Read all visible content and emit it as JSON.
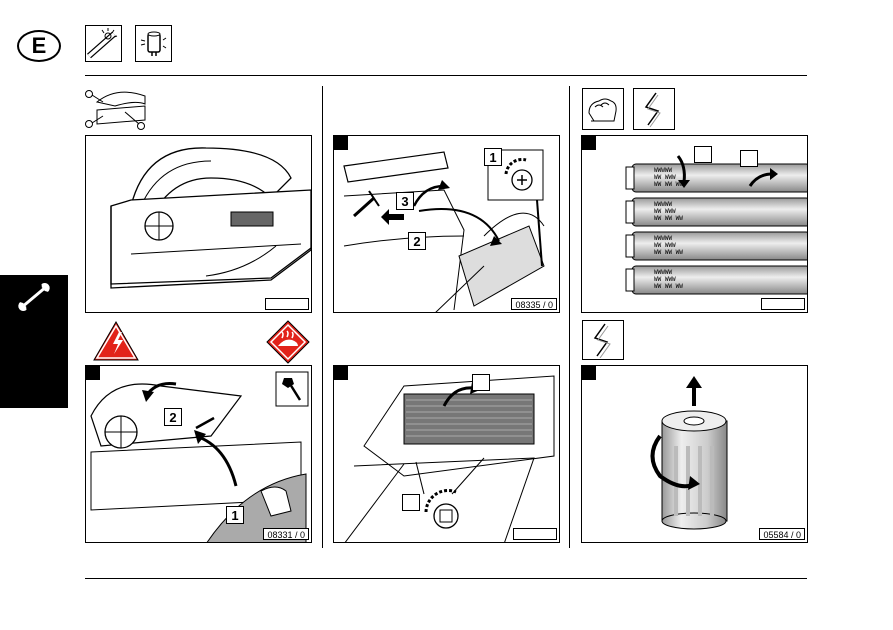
{
  "header": {
    "language_badge": "E",
    "icons": [
      "lamp-tube-icon",
      "starter-icon"
    ]
  },
  "side_tab": {
    "icon": "wrench-icon"
  },
  "panels": {
    "p1": {
      "code": ""
    },
    "p2": {
      "code": "08335 / 0",
      "steps": [
        "1",
        "2",
        "3"
      ]
    },
    "p3": {
      "code": ""
    },
    "p4": {
      "code": "08331 / 0",
      "steps": [
        "1",
        "2"
      ]
    },
    "p5": {
      "code": "",
      "steps": [
        "",
        ""
      ]
    },
    "p6": {
      "code": "05584 / 0"
    }
  },
  "lamp_labels": [
    "WWWWW",
    "WW WWW",
    "WW WW WW"
  ],
  "colors": {
    "warning_red": "#e2231a",
    "ink": "#000000"
  }
}
